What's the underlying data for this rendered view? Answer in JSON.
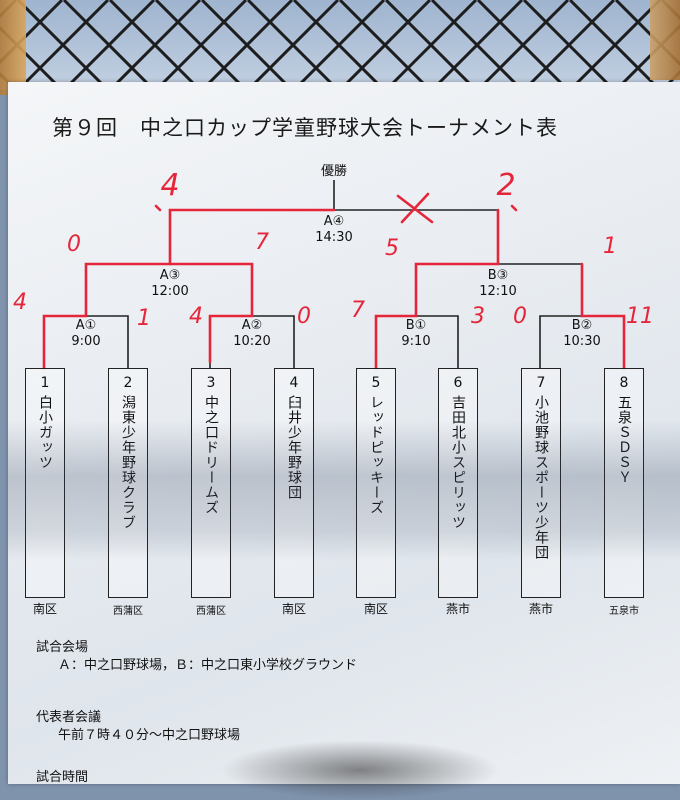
{
  "title": "第９回　中之口カップ学童野球大会トーナメント表",
  "bracket": {
    "champion_label": "優勝",
    "final": {
      "id": "A④",
      "time": "14:30"
    },
    "semi_left": {
      "id": "A③",
      "time": "12:00"
    },
    "semi_right": {
      "id": "B③",
      "time": "12:10"
    },
    "r1": [
      {
        "id": "A①",
        "time": "9:00"
      },
      {
        "id": "A②",
        "time": "10:20"
      },
      {
        "id": "B①",
        "time": "9:10"
      },
      {
        "id": "B②",
        "time": "10:30"
      }
    ]
  },
  "teams": [
    {
      "num": "1",
      "name": "白小ガッツ",
      "region": "南区"
    },
    {
      "num": "2",
      "name": "潟東少年野球クラブ",
      "region": "西蒲区"
    },
    {
      "num": "3",
      "name": "中之口ドリームズ",
      "region": "西蒲区"
    },
    {
      "num": "4",
      "name": "臼井少年野球団",
      "region": "南区"
    },
    {
      "num": "5",
      "name": "レッドピッキーズ",
      "region": "南区"
    },
    {
      "num": "6",
      "name": "吉田北小スピリッツ",
      "region": "燕市"
    },
    {
      "num": "7",
      "name": "小池野球スポーツ少年団",
      "region": "燕市"
    },
    {
      "num": "8",
      "name": "五泉ＳＤＳＹ",
      "region": "五泉市"
    }
  ],
  "scores": {
    "final_left": "4",
    "final_right": "2",
    "semi_left_left": "0",
    "semi_left_right": "7",
    "semi_right_left": "5",
    "semi_right_right": "1",
    "r1_1": "4",
    "r1_2": "1",
    "r1_3": "4",
    "r1_4": "0",
    "r1_5": "7",
    "r1_6": "3",
    "r1_7": "0",
    "r1_8": "11"
  },
  "venue": {
    "heading": "試合会場",
    "detail": "Ａ：中之口野球場，Ｂ：中之口東小学校グラウンド"
  },
  "meeting": {
    "heading": "代表者会議",
    "detail": "午前７時４０分～中之口野球場"
  },
  "match_time_heading": "試合時間",
  "colors": {
    "winner_line": "#e5263a",
    "bracket_line": "#222222"
  }
}
